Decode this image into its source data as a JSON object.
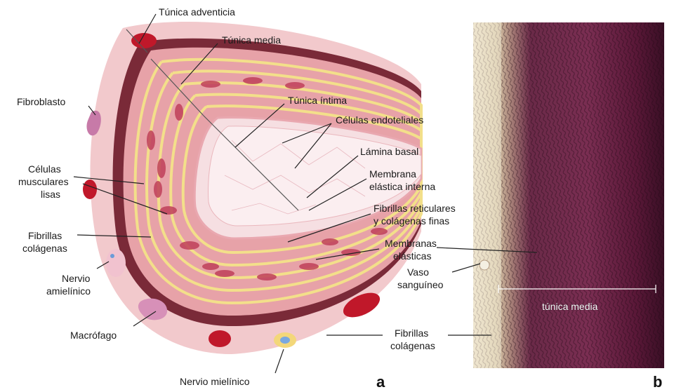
{
  "panel_a": {
    "letter": "a",
    "labels": {
      "tunica_adventicia": "Túnica adventicia",
      "tunica_media": "Túnica media",
      "tunica_intima": "Túnica íntima",
      "celulas_endoteliales": "Células endoteliales",
      "lamina_basal": "Lámina basal",
      "membrana_elastica_interna_1": "Membrana",
      "membrana_elastica_interna_2": "elástica interna",
      "fibrillas_reticulares_1": "Fibrillas reticulares",
      "fibrillas_reticulares_2": "y colágenas finas",
      "membranas_elasticas_1": "Membranas",
      "membranas_elasticas_2": "elásticas",
      "vaso_sanguineo_1": "Vaso",
      "vaso_sanguineo_2": "sanguíneo",
      "fibrillas_colagenas_right_1": "Fibrillas",
      "fibrillas_colagenas_right_2": "colágenas",
      "fibroblasto": "Fibroblasto",
      "celulas_musculares_1": "Células",
      "celulas_musculares_2": "musculares",
      "celulas_musculares_3": "lisas",
      "fibrillas_colagenas_left_1": "Fibrillas",
      "fibrillas_colagenas_left_2": "colágenas",
      "nervio_amielinico_1": "Nervio",
      "nervio_amielinico_2": "amielínico",
      "macrofago": "Macrófago",
      "nervio_mielinico": "Nervio mielínico"
    }
  },
  "panel_b": {
    "letter": "b",
    "micro_label": "túnica media"
  },
  "colors": {
    "adventitia": "#f2c9cc",
    "media_band": "#b05060",
    "muscle_cell": "#c0405a",
    "elastic_lamina": "#f3df8a",
    "intima": "#f6dfe2",
    "lumen": "#fbeef0",
    "rbc": "#c0182a",
    "micro_dark": "#5a1a3a",
    "micro_light": "#e8dcc0"
  }
}
